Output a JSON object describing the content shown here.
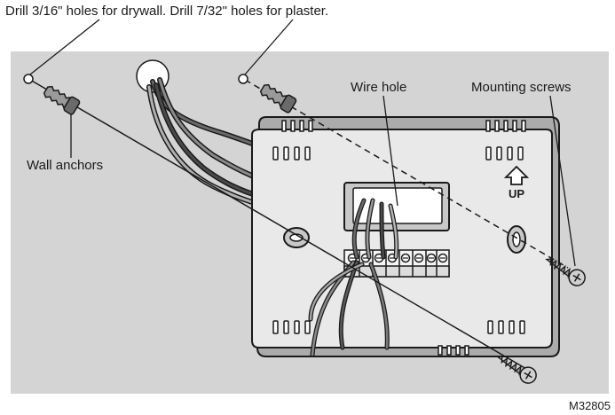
{
  "instruction": "Drill 3/16\" holes for drywall. Drill 7/32\" holes for plaster.",
  "labels": {
    "wall_anchors": "Wall anchors",
    "wire_hole": "Wire hole",
    "mounting_screws": "Mounting screws",
    "up_marker": "UP"
  },
  "figure_id": "M32805",
  "colors": {
    "wall": "#d4d4d4",
    "plate": "#e9e9e9",
    "outline": "#1a1a1a",
    "screw": "#9a9a9a"
  },
  "icons": [
    "up-arrow-icon",
    "screw-icon",
    "wall-anchor-icon"
  ]
}
